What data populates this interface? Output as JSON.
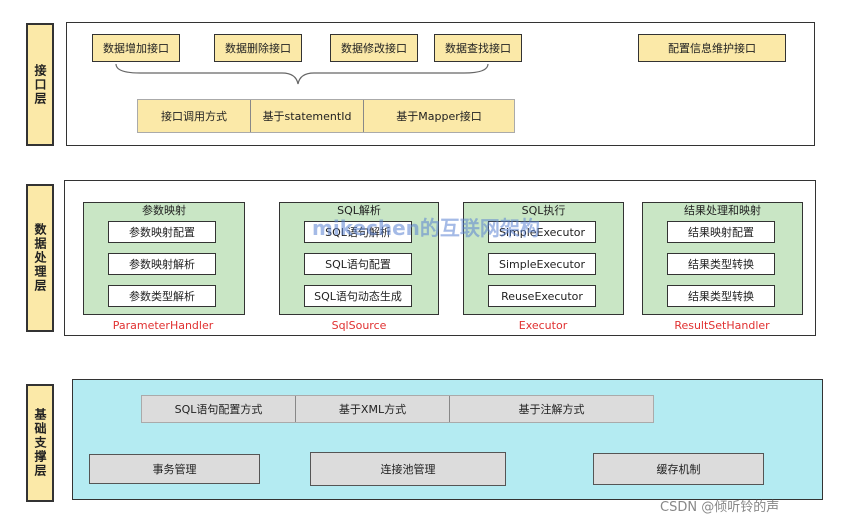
{
  "interface_layer": {
    "label": "接口层",
    "apis": [
      "数据增加接口",
      "数据删除接口",
      "数据修改接口",
      "数据查找接口"
    ],
    "config_api": "配置信息维护接口",
    "invoke_methods": [
      "接口调用方式",
      "基于statementId",
      "基于Mapper接口"
    ]
  },
  "data_layer": {
    "label": "数据处理层",
    "modules": [
      {
        "title": "参数映射",
        "items": [
          "参数映射配置",
          "参数映射解析",
          "参数类型解析"
        ],
        "handler": "ParameterHandler"
      },
      {
        "title": "SQL解析",
        "items": [
          "SQL语句解析",
          "SQL语句配置",
          "SQL语句动态生成"
        ],
        "handler": "SqlSource"
      },
      {
        "title": "SQL执行",
        "items": [
          "SimpleExecutor",
          "SimpleExecutor",
          "ReuseExecutor"
        ],
        "handler": "Executor"
      },
      {
        "title": "结果处理和映射",
        "items": [
          "结果映射配置",
          "结果类型转换",
          "结果类型转换"
        ],
        "handler": "ResultSetHandler"
      }
    ]
  },
  "base_layer": {
    "label": "基础支撑层",
    "config_methods": [
      "SQL语句配置方式",
      "基于XML方式",
      "基于注解方式"
    ],
    "services": [
      "事务管理",
      "连接池管理",
      "缓存机制"
    ]
  },
  "watermark": "mikechen的互联网架构",
  "credit": "CSDN @倾听铃的声"
}
